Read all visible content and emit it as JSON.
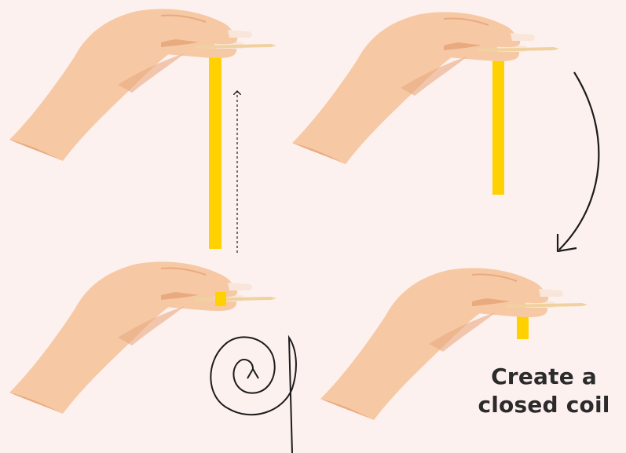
{
  "caption": {
    "line1": "Create a",
    "line2": "closed coil"
  },
  "colors": {
    "background": "#fdf1ef",
    "skin": "#f6c9a4",
    "skin_shadow": "#e9aa80",
    "nail": "#f9e6da",
    "paper_strip": "#ffd100",
    "needle_tool": "#f0d2a0",
    "ink": "#1c1c1c",
    "caption_text": "#2b2b2b"
  },
  "icons": [
    "hand-icon",
    "paper-strip",
    "quilling-needle-tool",
    "dotted-up-arrow-icon",
    "curved-arrow-icon",
    "spiral-coil-icon"
  ]
}
